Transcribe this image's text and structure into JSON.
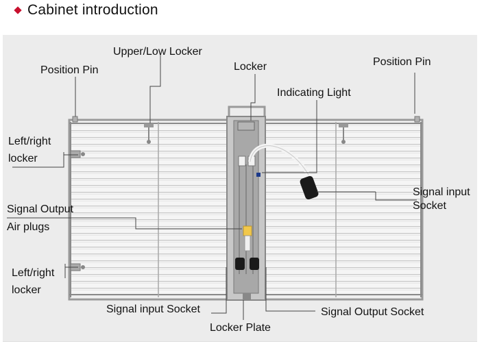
{
  "header": {
    "icon": "diamond-bullet-icon",
    "accent_color": "#c8102e",
    "title": "Cabinet introduction"
  },
  "labels": {
    "upper_low_locker": "Upper/Low Locker",
    "position_pin_left": "Position Pin",
    "locker_top": "Locker",
    "position_pin_right": "Position Pin",
    "indicating_light": "Indicating Light",
    "left_right_locker_top_1": "Left/right",
    "left_right_locker_top_2": "locker",
    "signal_input_socket_right_1": "Signal input",
    "signal_input_socket_right_2": "Socket",
    "signal_output_air_plugs_1": "Signal Output",
    "signal_output_air_plugs_2": "Air plugs",
    "left_right_locker_bottom_1": "Left/right",
    "left_right_locker_bottom_2": "locker",
    "signal_input_socket_bottom": "Signal input Socket",
    "signal_output_socket_bottom": "Signal Output Socket",
    "locker_plate": "Locker Plate"
  }
}
